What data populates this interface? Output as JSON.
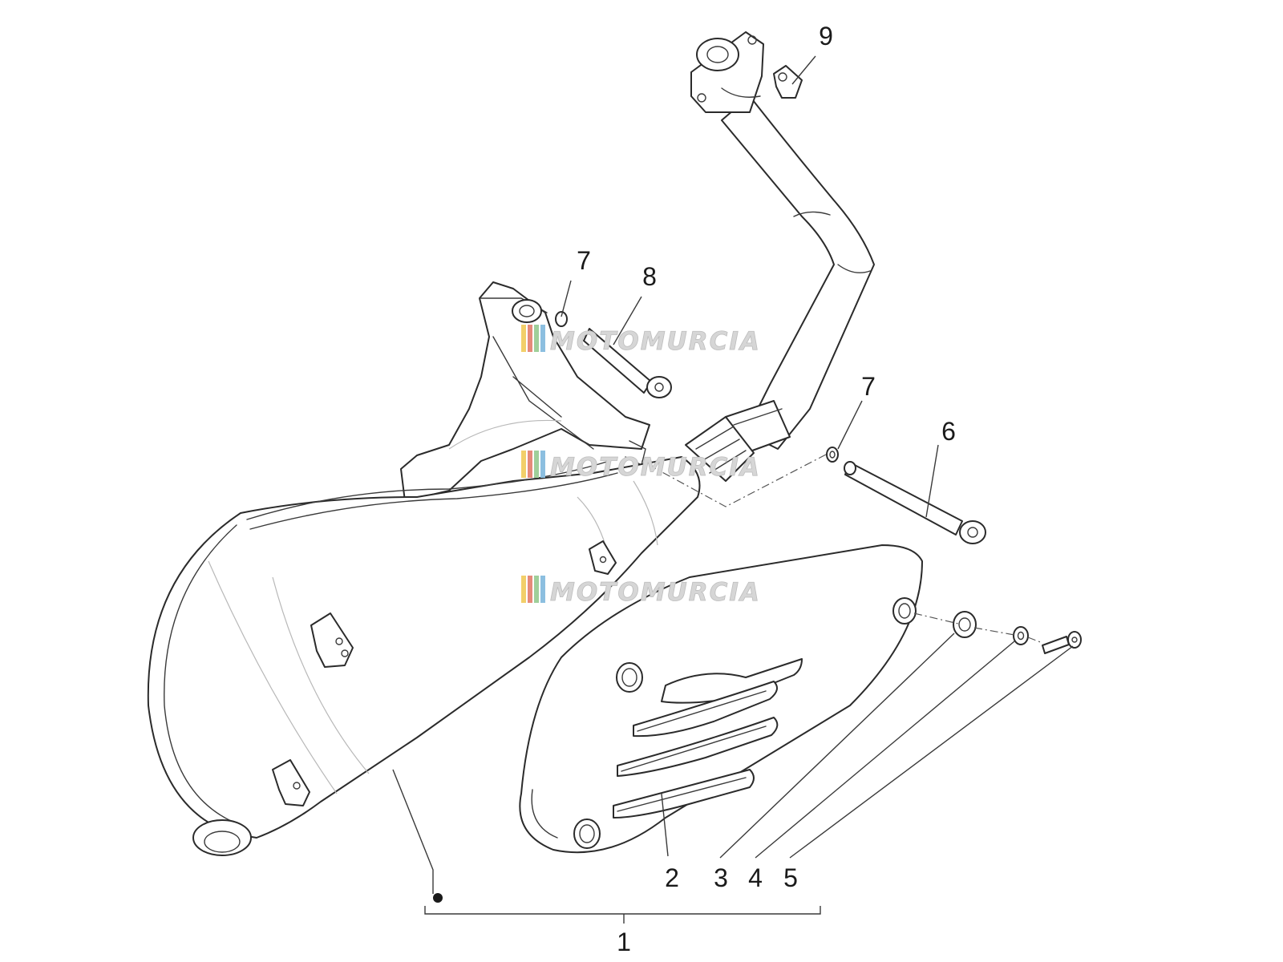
{
  "diagram": {
    "callouts": [
      {
        "id": "c1",
        "label": "1"
      },
      {
        "id": "c2",
        "label": "2"
      },
      {
        "id": "c3",
        "label": "3"
      },
      {
        "id": "c4",
        "label": "4"
      },
      {
        "id": "c5",
        "label": "5"
      },
      {
        "id": "c6",
        "label": "6"
      },
      {
        "id": "c7a",
        "label": "7"
      },
      {
        "id": "c7b",
        "label": "7"
      },
      {
        "id": "c8",
        "label": "8"
      },
      {
        "id": "c9",
        "label": "9"
      }
    ],
    "watermark": "MOTOMURCIA",
    "watermark_colors": [
      "#f2cf6a",
      "#e58a7a",
      "#9fcf9a",
      "#8cbfe0"
    ],
    "line_color": "#2b2b2b"
  }
}
